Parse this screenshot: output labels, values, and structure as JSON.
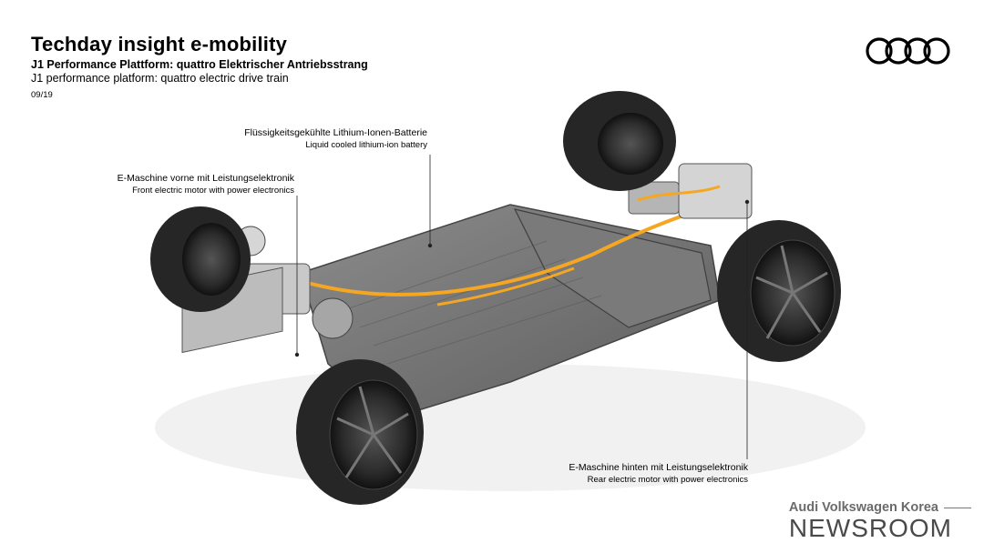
{
  "header": {
    "title": "Techday insight e-mobility",
    "subtitle_de": "J1 Performance Plattform: quattro Elektrischer Antriebsstrang",
    "subtitle_en": "J1 performance platform: quattro electric drive train",
    "date": "09/19"
  },
  "brand": {
    "logo": "audi-rings-logo"
  },
  "labels": {
    "battery": {
      "de": "Flüssigkeitsgekühlte Lithium-Ionen-Batterie",
      "en": "Liquid cooled lithium-ion battery"
    },
    "front_motor": {
      "de": "E-Maschine vorne mit Leistungselektronik",
      "en": "Front electric motor with power electronics"
    },
    "rear_motor": {
      "de": "E-Maschine hinten mit Leistungselektronik",
      "en": "Rear electric motor with power electronics"
    }
  },
  "watermark": {
    "line1": "Audi Volkswagen Korea",
    "line2": "NEWSROOM"
  },
  "colors": {
    "accent_cable": "#f5a623",
    "chassis": "#6e6e6e",
    "tire": "#262626"
  }
}
